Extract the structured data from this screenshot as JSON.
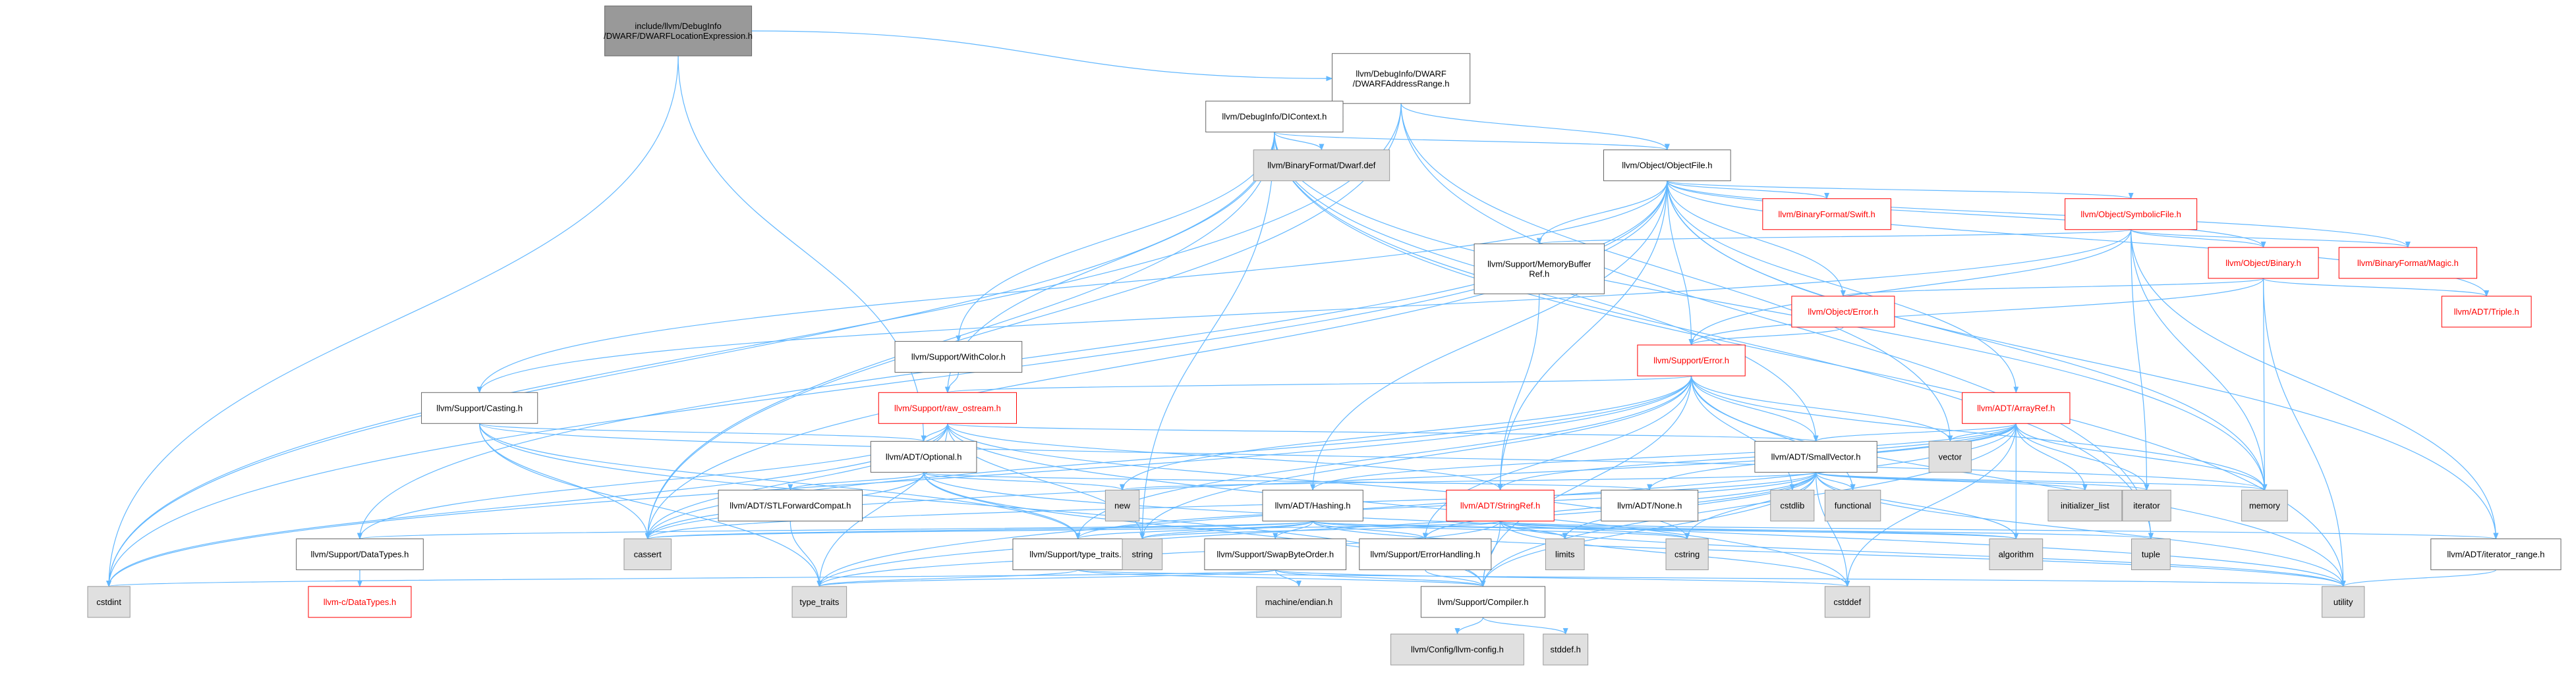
{
  "diagram": {
    "title": "",
    "colors": {
      "root_fill": "#999999",
      "node_fill": "#ffffff",
      "leaf_fill": "#e0e0e0",
      "border": "#666666",
      "edge": "#63b8ff",
      "link_red": "#ff0000",
      "border_red": "#ff0000"
    },
    "nodes": [
      {
        "id": "root",
        "lines": [
          "include/llvm/DebugInfo",
          "/DWARF/DWARFLocationExpression.h"
        ],
        "kind": "root"
      },
      {
        "id": "addrrange",
        "lines": [
          "llvm/DebugInfo/DWARF",
          "/DWARFAddressRange.h"
        ],
        "kind": "normal"
      },
      {
        "id": "dicontext",
        "lines": [
          "llvm/DebugInfo/DIContext.h"
        ],
        "kind": "normal"
      },
      {
        "id": "dwarfdef",
        "lines": [
          "llvm/BinaryFormat/Dwarf.def"
        ],
        "kind": "leaf"
      },
      {
        "id": "objectfile",
        "lines": [
          "llvm/Object/ObjectFile.h"
        ],
        "kind": "normal"
      },
      {
        "id": "swift",
        "lines": [
          "llvm/BinaryFormat/Swift.h"
        ],
        "kind": "red"
      },
      {
        "id": "symbolicfile",
        "lines": [
          "llvm/Object/SymbolicFile.h"
        ],
        "kind": "red"
      },
      {
        "id": "memorybufferref",
        "lines": [
          "llvm/Support/MemoryBuffer",
          "Ref.h"
        ],
        "kind": "normal"
      },
      {
        "id": "binary",
        "lines": [
          "llvm/Object/Binary.h"
        ],
        "kind": "red"
      },
      {
        "id": "magic",
        "lines": [
          "llvm/BinaryFormat/Magic.h"
        ],
        "kind": "red"
      },
      {
        "id": "objerror",
        "lines": [
          "llvm/Object/Error.h"
        ],
        "kind": "red"
      },
      {
        "id": "triple",
        "lines": [
          "llvm/ADT/Triple.h"
        ],
        "kind": "red"
      },
      {
        "id": "withcolor",
        "lines": [
          "llvm/Support/WithColor.h"
        ],
        "kind": "normal"
      },
      {
        "id": "supporterror",
        "lines": [
          "llvm/Support/Error.h"
        ],
        "kind": "red"
      },
      {
        "id": "casting",
        "lines": [
          "llvm/Support/Casting.h"
        ],
        "kind": "normal"
      },
      {
        "id": "rawostream",
        "lines": [
          "llvm/Support/raw_ostream.h"
        ],
        "kind": "red"
      },
      {
        "id": "arrayref",
        "lines": [
          "llvm/ADT/ArrayRef.h"
        ],
        "kind": "red"
      },
      {
        "id": "optional",
        "lines": [
          "llvm/ADT/Optional.h"
        ],
        "kind": "normal"
      },
      {
        "id": "smallvector",
        "lines": [
          "llvm/ADT/SmallVector.h"
        ],
        "kind": "normal"
      },
      {
        "id": "vector",
        "lines": [
          "vector"
        ],
        "kind": "leaf"
      },
      {
        "id": "stlforward",
        "lines": [
          "llvm/ADT/STLForwardCompat.h"
        ],
        "kind": "normal"
      },
      {
        "id": "new",
        "lines": [
          "new"
        ],
        "kind": "leaf"
      },
      {
        "id": "hashing",
        "lines": [
          "llvm/ADT/Hashing.h"
        ],
        "kind": "normal"
      },
      {
        "id": "stringref",
        "lines": [
          "llvm/ADT/StringRef.h"
        ],
        "kind": "red"
      },
      {
        "id": "none",
        "lines": [
          "llvm/ADT/None.h"
        ],
        "kind": "normal"
      },
      {
        "id": "cstdlib",
        "lines": [
          "cstdlib"
        ],
        "kind": "leaf"
      },
      {
        "id": "functional",
        "lines": [
          "functional"
        ],
        "kind": "leaf"
      },
      {
        "id": "initlist",
        "lines": [
          "initializer_list"
        ],
        "kind": "leaf"
      },
      {
        "id": "iterator",
        "lines": [
          "iterator"
        ],
        "kind": "leaf"
      },
      {
        "id": "memory",
        "lines": [
          "memory"
        ],
        "kind": "leaf"
      },
      {
        "id": "datatypes",
        "lines": [
          "llvm/Support/DataTypes.h"
        ],
        "kind": "normal"
      },
      {
        "id": "cdatatypes",
        "lines": [
          "llvm-c/DataTypes.h"
        ],
        "kind": "red"
      },
      {
        "id": "cassert",
        "lines": [
          "cassert"
        ],
        "kind": "leaf"
      },
      {
        "id": "typetraitsh",
        "lines": [
          "llvm/Support/type_traits.h"
        ],
        "kind": "normal"
      },
      {
        "id": "string",
        "lines": [
          "string"
        ],
        "kind": "leaf"
      },
      {
        "id": "swapbyteorder",
        "lines": [
          "llvm/Support/SwapByteOrder.h"
        ],
        "kind": "normal"
      },
      {
        "id": "errorhandling",
        "lines": [
          "llvm/Support/ErrorHandling.h"
        ],
        "kind": "normal"
      },
      {
        "id": "limits",
        "lines": [
          "limits"
        ],
        "kind": "leaf"
      },
      {
        "id": "cstring",
        "lines": [
          "cstring"
        ],
        "kind": "leaf"
      },
      {
        "id": "algorithm",
        "lines": [
          "algorithm"
        ],
        "kind": "leaf"
      },
      {
        "id": "tuple",
        "lines": [
          "tuple"
        ],
        "kind": "leaf"
      },
      {
        "id": "iteratorrange",
        "lines": [
          "llvm/ADT/iterator_range.h"
        ],
        "kind": "normal"
      },
      {
        "id": "cstdint",
        "lines": [
          "cstdint"
        ],
        "kind": "leaf"
      },
      {
        "id": "typetraits",
        "lines": [
          "type_traits"
        ],
        "kind": "leaf"
      },
      {
        "id": "machineendian",
        "lines": [
          "machine/endian.h"
        ],
        "kind": "leaf"
      },
      {
        "id": "compiler",
        "lines": [
          "llvm/Support/Compiler.h"
        ],
        "kind": "normal"
      },
      {
        "id": "cstddef",
        "lines": [
          "cstddef"
        ],
        "kind": "leaf"
      },
      {
        "id": "utility",
        "lines": [
          "utility"
        ],
        "kind": "leaf"
      },
      {
        "id": "llvmconfig",
        "lines": [
          "llvm/Config/llvm-config.h"
        ],
        "kind": "leaf"
      },
      {
        "id": "stddef",
        "lines": [
          "stddef.h"
        ],
        "kind": "leaf"
      }
    ],
    "edges": [
      [
        "root",
        "addrrange"
      ],
      [
        "root",
        "optional"
      ],
      [
        "root",
        "cstdint"
      ],
      [
        "addrrange",
        "dicontext"
      ],
      [
        "addrrange",
        "objectfile"
      ],
      [
        "addrrange",
        "cassert"
      ],
      [
        "addrrange",
        "cstdint"
      ],
      [
        "addrrange",
        "tuple"
      ],
      [
        "addrrange",
        "vector"
      ],
      [
        "dicontext",
        "dwarfdef"
      ],
      [
        "dicontext",
        "objectfile"
      ],
      [
        "dicontext",
        "withcolor"
      ],
      [
        "dicontext",
        "rawostream"
      ],
      [
        "dicontext",
        "smallvector"
      ],
      [
        "dicontext",
        "cassert"
      ],
      [
        "dicontext",
        "cstdint"
      ],
      [
        "dicontext",
        "memory"
      ],
      [
        "dicontext",
        "string"
      ],
      [
        "dicontext",
        "tuple"
      ],
      [
        "dicontext",
        "utility"
      ],
      [
        "objectfile",
        "swift"
      ],
      [
        "objectfile",
        "symbolicfile"
      ],
      [
        "objectfile",
        "memorybufferref"
      ],
      [
        "objectfile",
        "binary"
      ],
      [
        "objectfile",
        "magic"
      ],
      [
        "objectfile",
        "objerror"
      ],
      [
        "objectfile",
        "triple"
      ],
      [
        "objectfile",
        "supporterror"
      ],
      [
        "objectfile",
        "casting"
      ],
      [
        "objectfile",
        "arrayref"
      ],
      [
        "objectfile",
        "hashing"
      ],
      [
        "objectfile",
        "stringref"
      ],
      [
        "objectfile",
        "iteratorrange"
      ],
      [
        "objectfile",
        "cassert"
      ],
      [
        "objectfile",
        "cstdint"
      ],
      [
        "objectfile",
        "memory"
      ],
      [
        "objectfile",
        "datatypes"
      ],
      [
        "symbolicfile",
        "memorybufferref"
      ],
      [
        "symbolicfile",
        "binary"
      ],
      [
        "symbolicfile",
        "magic"
      ],
      [
        "symbolicfile",
        "supporterror"
      ],
      [
        "symbolicfile",
        "iteratorrange"
      ],
      [
        "symbolicfile",
        "iterator"
      ],
      [
        "symbolicfile",
        "memory"
      ],
      [
        "symbolicfile",
        "casting"
      ],
      [
        "memorybufferref",
        "stringref"
      ],
      [
        "binary",
        "objerror"
      ],
      [
        "binary",
        "triple"
      ],
      [
        "binary",
        "supporterror"
      ],
      [
        "binary",
        "memory"
      ],
      [
        "binary",
        "utility"
      ],
      [
        "objerror",
        "supporterror"
      ],
      [
        "withcolor",
        "rawostream"
      ],
      [
        "supporterror",
        "rawostream"
      ],
      [
        "supporterror",
        "smallvector"
      ],
      [
        "supporterror",
        "errorhandling"
      ],
      [
        "supporterror",
        "compiler"
      ],
      [
        "supporterror",
        "cassert"
      ],
      [
        "supporterror",
        "cstdint"
      ],
      [
        "supporterror",
        "cstdlib"
      ],
      [
        "supporterror",
        "functional"
      ],
      [
        "supporterror",
        "memory"
      ],
      [
        "supporterror",
        "new"
      ],
      [
        "supporterror",
        "string"
      ],
      [
        "supporterror",
        "utility"
      ],
      [
        "supporterror",
        "vector"
      ],
      [
        "supporterror",
        "typetraitsh"
      ],
      [
        "casting",
        "compiler"
      ],
      [
        "casting",
        "typetraitsh"
      ],
      [
        "casting",
        "cassert"
      ],
      [
        "casting",
        "memory"
      ],
      [
        "casting",
        "typetraits"
      ],
      [
        "casting",
        "optional"
      ],
      [
        "rawostream",
        "optional"
      ],
      [
        "rawostream",
        "stringref"
      ],
      [
        "rawostream",
        "datatypes"
      ],
      [
        "rawostream",
        "cassert"
      ],
      [
        "rawostream",
        "cstddef"
      ],
      [
        "rawostream",
        "cstdint"
      ],
      [
        "rawostream",
        "cstring"
      ],
      [
        "rawostream",
        "string"
      ],
      [
        "rawostream",
        "typetraits"
      ],
      [
        "rawostream",
        "smallvector"
      ],
      [
        "arrayref",
        "hashing"
      ],
      [
        "arrayref",
        "none"
      ],
      [
        "arrayref",
        "smallvector"
      ],
      [
        "arrayref",
        "stringref"
      ],
      [
        "arrayref",
        "compiler"
      ],
      [
        "arrayref",
        "algorithm"
      ],
      [
        "arrayref",
        "cassert"
      ],
      [
        "arrayref",
        "cstddef"
      ],
      [
        "arrayref",
        "initlist"
      ],
      [
        "arrayref",
        "iterator"
      ],
      [
        "arrayref",
        "memory"
      ],
      [
        "arrayref",
        "typetraits"
      ],
      [
        "arrayref",
        "vector"
      ],
      [
        "optional",
        "none"
      ],
      [
        "optional",
        "stlforward"
      ],
      [
        "optional",
        "compiler"
      ],
      [
        "optional",
        "typetraitsh"
      ],
      [
        "optional",
        "cassert"
      ],
      [
        "optional",
        "new"
      ],
      [
        "optional",
        "utility"
      ],
      [
        "smallvector",
        "compiler"
      ],
      [
        "smallvector",
        "typetraitsh"
      ],
      [
        "smallvector",
        "algorithm"
      ],
      [
        "smallvector",
        "cassert"
      ],
      [
        "smallvector",
        "cstddef"
      ],
      [
        "smallvector",
        "cstdlib"
      ],
      [
        "smallvector",
        "cstring"
      ],
      [
        "smallvector",
        "functional"
      ],
      [
        "smallvector",
        "initlist"
      ],
      [
        "smallvector",
        "iterator"
      ],
      [
        "smallvector",
        "limits"
      ],
      [
        "smallvector",
        "memory"
      ],
      [
        "smallvector",
        "new"
      ],
      [
        "smallvector",
        "typetraits"
      ],
      [
        "smallvector",
        "utility"
      ],
      [
        "smallvector",
        "errorhandling"
      ],
      [
        "stlforward",
        "typetraits"
      ],
      [
        "hashing",
        "errorhandling"
      ],
      [
        "hashing",
        "swapbyteorder"
      ],
      [
        "hashing",
        "typetraitsh"
      ],
      [
        "hashing",
        "algorithm"
      ],
      [
        "hashing",
        "cassert"
      ],
      [
        "hashing",
        "cstring"
      ],
      [
        "hashing",
        "string"
      ],
      [
        "hashing",
        "tuple"
      ],
      [
        "hashing",
        "utility"
      ],
      [
        "hashing",
        "datatypes"
      ],
      [
        "stringref",
        "compiler"
      ],
      [
        "stringref",
        "algorithm"
      ],
      [
        "stringref",
        "cassert"
      ],
      [
        "stringref",
        "cstddef"
      ],
      [
        "stringref",
        "cstring"
      ],
      [
        "stringref",
        "limits"
      ],
      [
        "stringref",
        "string"
      ],
      [
        "stringref",
        "typetraits"
      ],
      [
        "stringref",
        "utility"
      ],
      [
        "stringref",
        "iteratorrange"
      ],
      [
        "datatypes",
        "cdatatypes"
      ],
      [
        "typetraitsh",
        "compiler"
      ],
      [
        "typetraitsh",
        "typetraits"
      ],
      [
        "typetraitsh",
        "utility"
      ],
      [
        "swapbyteorder",
        "compiler"
      ],
      [
        "swapbyteorder",
        "cstddef"
      ],
      [
        "swapbyteorder",
        "cstdint"
      ],
      [
        "swapbyteorder",
        "typetraits"
      ],
      [
        "swapbyteorder",
        "machineendian"
      ],
      [
        "errorhandling",
        "compiler"
      ],
      [
        "iteratorrange",
        "utility"
      ],
      [
        "compiler",
        "llvmconfig"
      ],
      [
        "compiler",
        "stddef"
      ]
    ]
  }
}
